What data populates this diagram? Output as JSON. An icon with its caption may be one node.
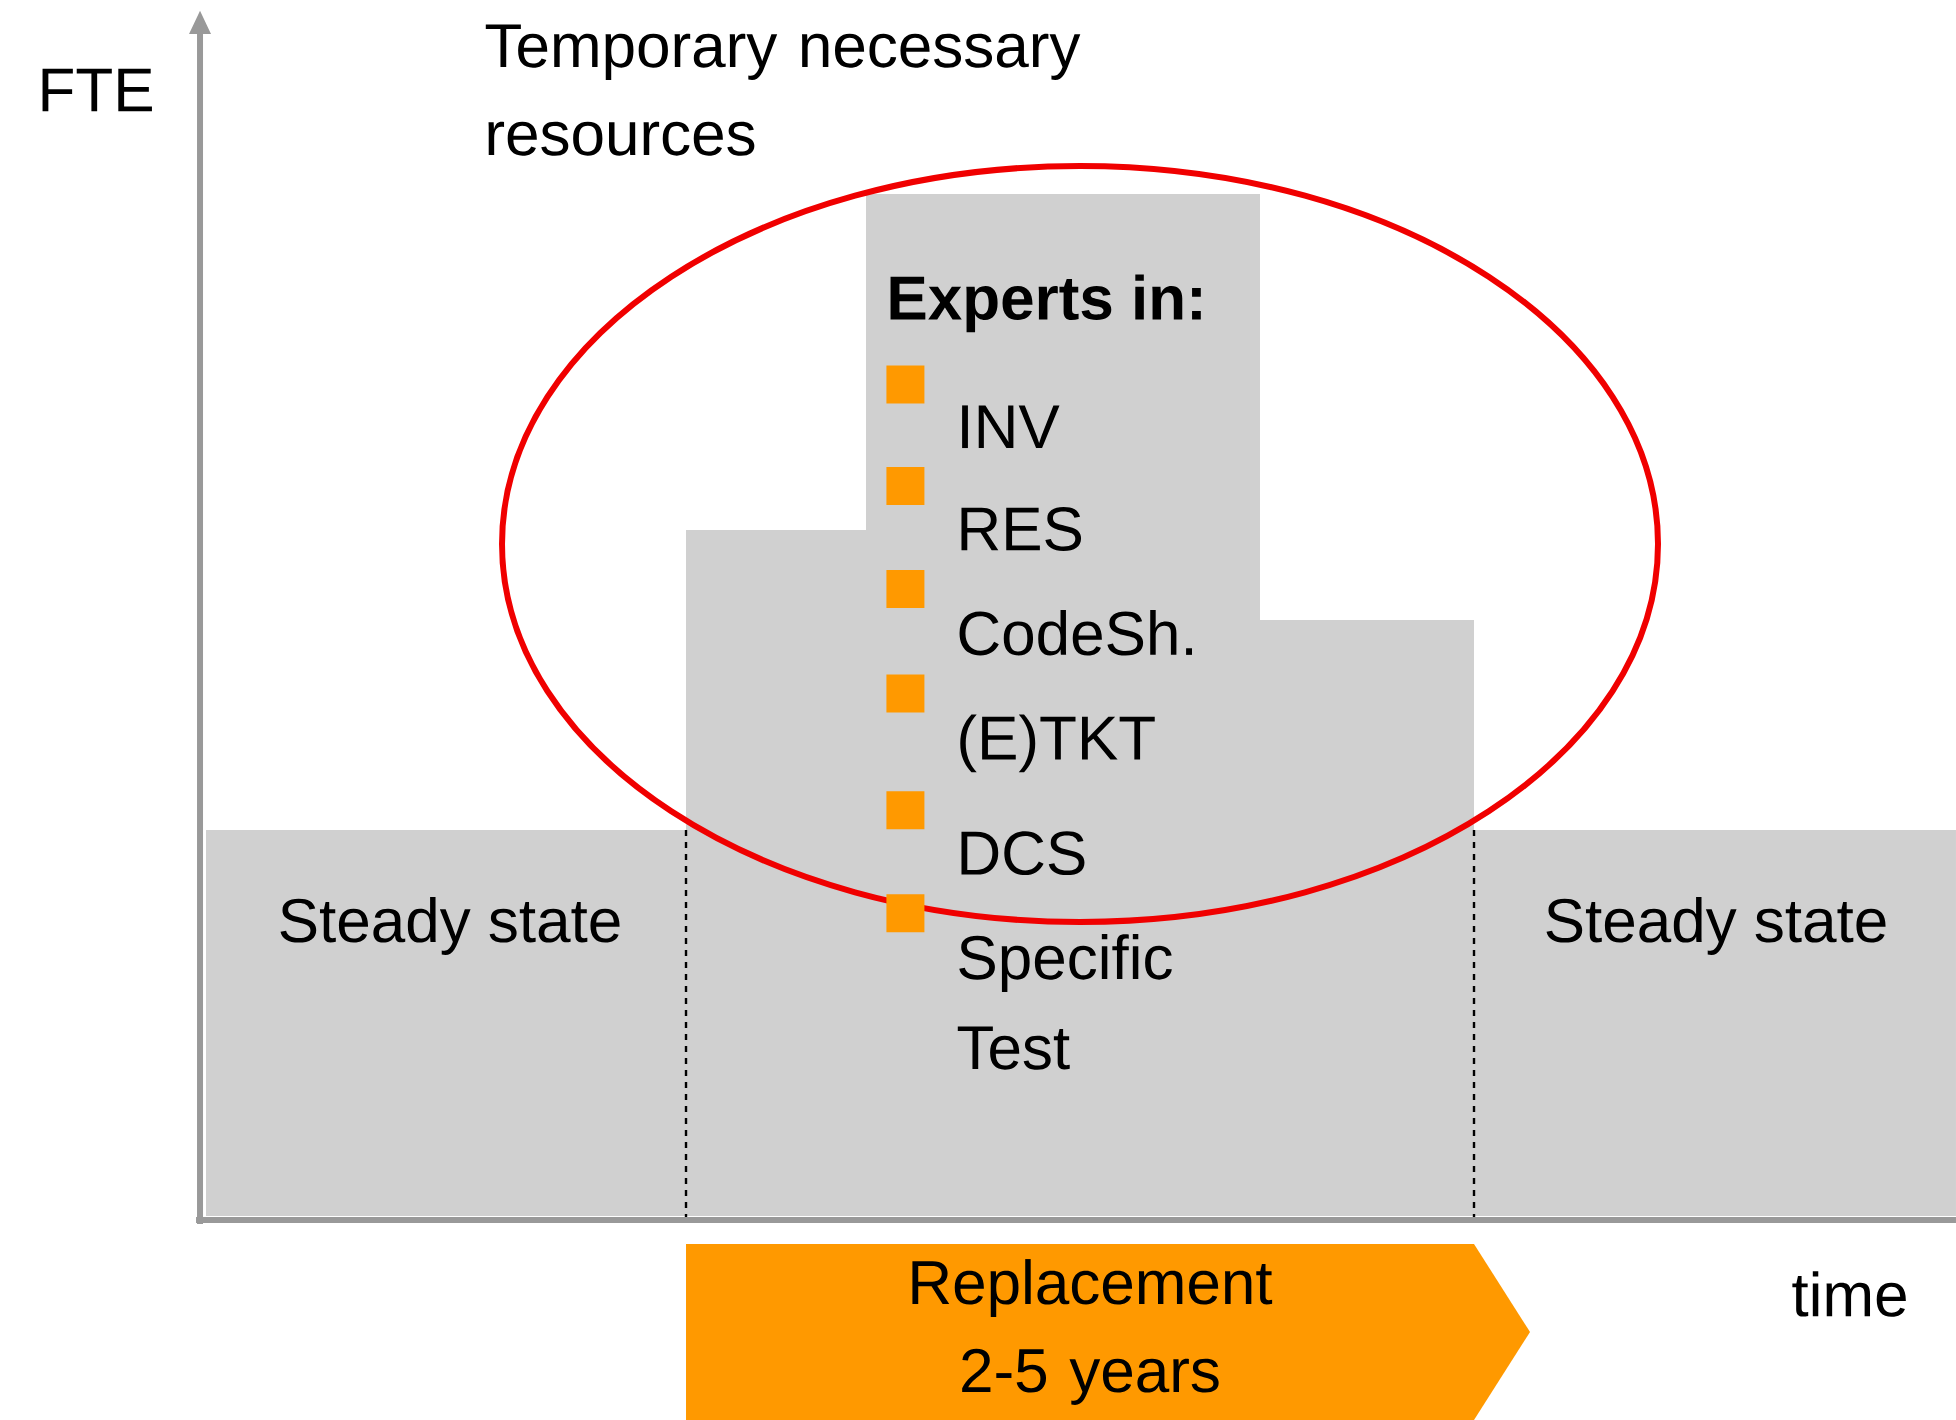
{
  "diagram": {
    "nodes": [
      {
        "text": [
          "Temporary necessary resources"
        ]
      },
      {
        "text": [
          "Experts in:",
          "INV",
          "RES",
          "CodeSh.",
          "(E)TKT",
          "DCS",
          "Specific Test"
        ]
      },
      {
        "text": [
          "Steady state"
        ]
      },
      {
        "text": [
          "Steady state"
        ]
      },
      {
        "text": [
          "Replacement 2-5 years"
        ]
      }
    ],
    "labels": [
      "FTE",
      "time"
    ]
  }
}
